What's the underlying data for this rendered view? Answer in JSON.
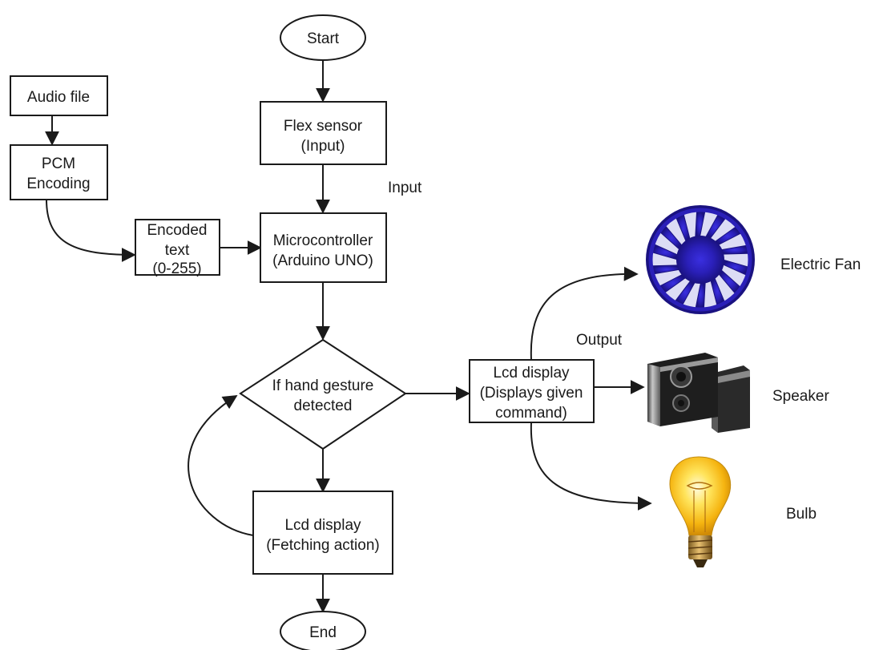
{
  "nodes": {
    "start": "Start",
    "audio_file": "Audio file",
    "pcm": [
      "PCM",
      "Encoding"
    ],
    "encoded": [
      "Encoded",
      "text",
      "(0-255)"
    ],
    "flex": [
      "Flex sensor",
      "(Input)"
    ],
    "micro": [
      "Microcontroller",
      "(Arduino UNO)"
    ],
    "decision": [
      "If hand gesture",
      "detected"
    ],
    "lcd_fetch": [
      "Lcd display",
      "(Fetching action)"
    ],
    "lcd_cmd": [
      "Lcd display",
      "(Displays given",
      "command)"
    ],
    "end": "End"
  },
  "labels": {
    "input": "Input",
    "output": "Output"
  },
  "outputs": {
    "fan": "Electric Fan",
    "speaker": "Speaker",
    "bulb": "Bulb"
  },
  "icons": {
    "fan": "electric-fan-icon",
    "speaker": "speaker-icon",
    "bulb": "light-bulb-icon"
  },
  "colors": {
    "fan": "#2a1fb8",
    "bulb": "#f5c218"
  }
}
